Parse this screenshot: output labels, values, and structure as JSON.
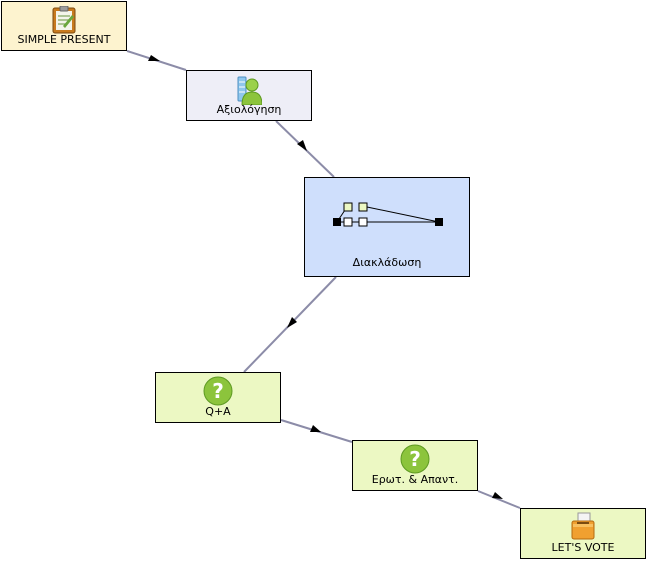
{
  "nodes": {
    "simple_present": {
      "label": "SIMPLE PRESENT",
      "icon": "notepad-icon"
    },
    "assessment": {
      "label": "Αξιολόγηση",
      "icon": "assessment-user-icon"
    },
    "branching": {
      "label": "Διακλάδωση",
      "icon": "branching-icon"
    },
    "qa": {
      "label": "Q+A",
      "icon": "question-icon"
    },
    "qa2": {
      "label": "Ερωτ. & Απαντ.",
      "icon": "question-icon"
    },
    "vote": {
      "label": "LET'S VOTE",
      "icon": "ballot-box-icon"
    }
  },
  "edges": [
    {
      "from": "simple_present",
      "to": "assessment"
    },
    {
      "from": "assessment",
      "to": "branching"
    },
    {
      "from": "branching",
      "to": "qa"
    },
    {
      "from": "qa",
      "to": "qa2"
    },
    {
      "from": "qa2",
      "to": "vote"
    }
  ],
  "colors": {
    "edge": "#8c8ca8",
    "arrow": "#000000",
    "question_green": "#8cc43c"
  }
}
